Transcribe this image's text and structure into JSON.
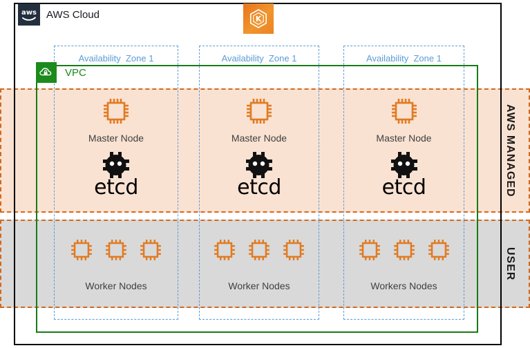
{
  "diagram": {
    "title": "AWS Cloud",
    "aws_logo_text": "aws",
    "eks_icon_name": "amazon-eks-icon",
    "eks_icon_letter": "K",
    "vpc": {
      "label": "VPC",
      "border_color": "#197a19"
    },
    "bands": [
      {
        "id": "aws-managed",
        "label": "AWS MANAGED",
        "fill": "#fae2d2",
        "border": "#d2691e"
      },
      {
        "id": "user",
        "label": "USER",
        "fill": "#d9d9d9",
        "border": "#d2691e"
      }
    ],
    "availability_zones": [
      {
        "title": "Availability  Zone 1",
        "master_label": "Master Node",
        "etcd_label": "etcd",
        "worker_label": "Worker Nodes",
        "worker_count": 3
      },
      {
        "title": "Availability  Zone 1",
        "master_label": "Master Node",
        "etcd_label": "etcd",
        "worker_label": "Worker Nodes",
        "worker_count": 3
      },
      {
        "title": "Availability  Zone 1",
        "master_label": "Master Node",
        "etcd_label": "etcd",
        "worker_label": "Workers Nodes",
        "worker_count": 3
      }
    ],
    "colors": {
      "aws_navy": "#232f3e",
      "chip_orange": "#e07b22",
      "az_blue": "#5b9bd5",
      "band_orange": "#d2691e",
      "vpc_green": "#1c8a1c"
    }
  }
}
